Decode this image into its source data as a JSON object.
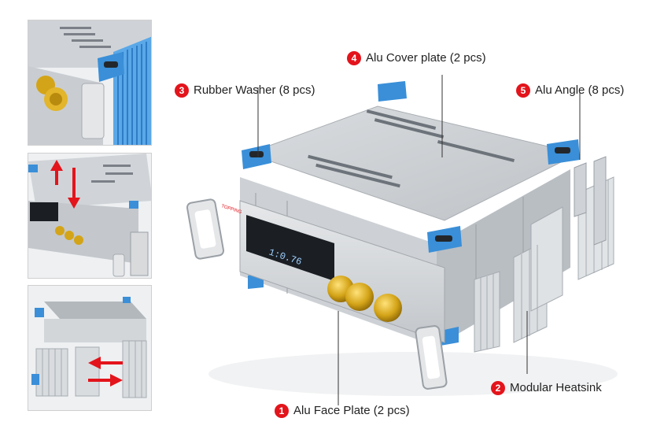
{
  "colors": {
    "badge": "#e3141b",
    "washer": "#3a8fd8",
    "heatsink": "#5aa8e8",
    "knob": "#d4a418",
    "arrow": "#e3141b",
    "display_text": "#9fd0ff"
  },
  "callouts": [
    {
      "number": "1",
      "text": "Alu Face Plate (2 pcs)"
    },
    {
      "number": "2",
      "text": "Modular Heatsink"
    },
    {
      "number": "3",
      "text": "Rubber Washer (8 pcs)"
    },
    {
      "number": "4",
      "text": "Alu Cover plate (2 pcs)"
    },
    {
      "number": "5",
      "text": "Alu Angle (8 pcs)"
    }
  ],
  "front_panel": {
    "display_readout": "1:0.76",
    "brand": "TOPPING"
  },
  "thumbnails": [
    {
      "depicts": "corner-washer-with-heatsink"
    },
    {
      "depicts": "cover-lift-up-down",
      "arrow_direction": "vertical"
    },
    {
      "depicts": "heatsink-slide-in-out",
      "arrow_direction": "horizontal"
    }
  ]
}
